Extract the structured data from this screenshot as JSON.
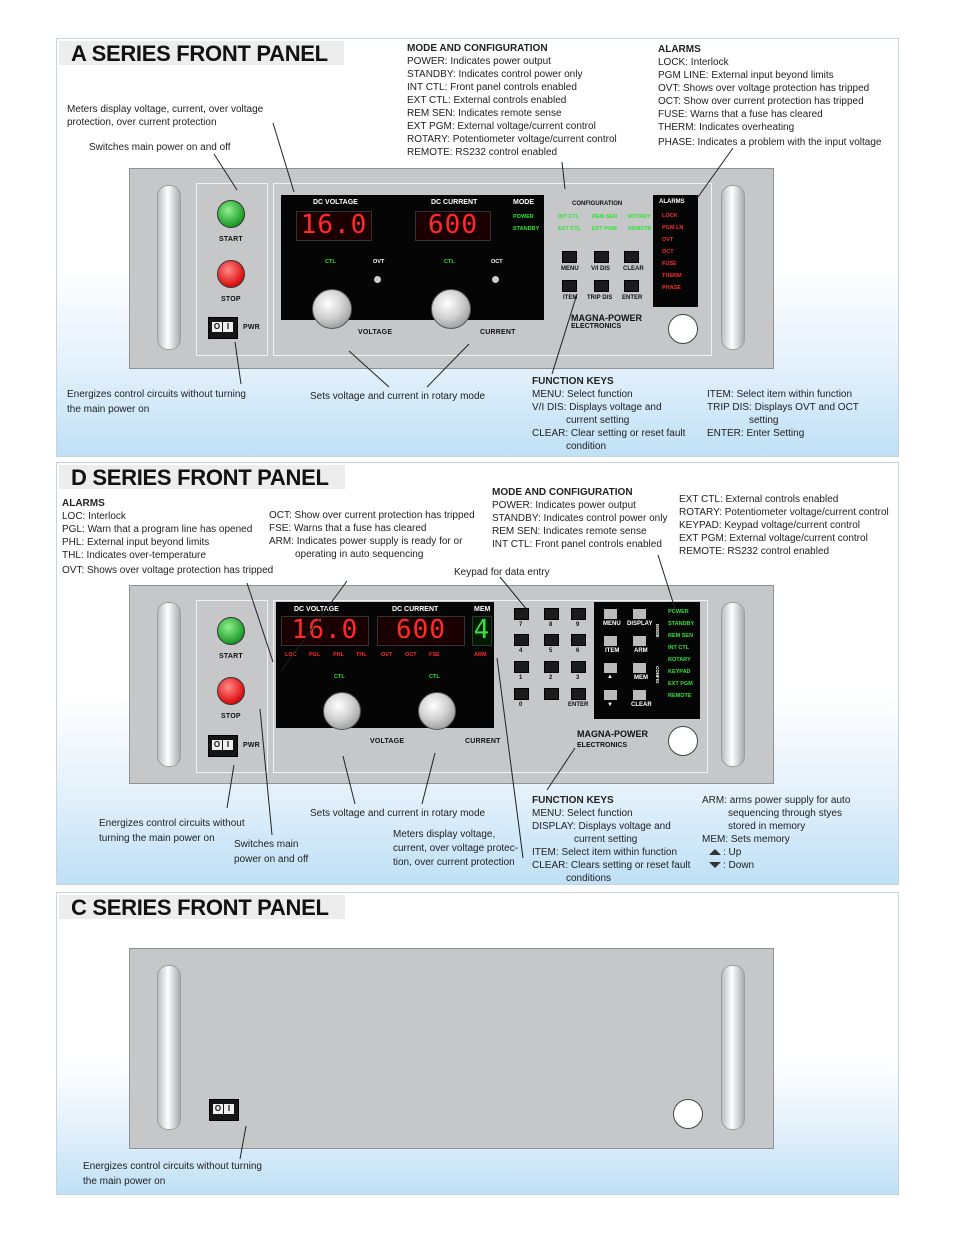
{
  "a_series": {
    "title": "A SERIES FRONT PANEL",
    "meters_note": [
      "Meters display voltage, current, over voltage",
      "protection, over current protection"
    ],
    "switch_note": "Switches main power on and off",
    "mode_heading": "MODE AND CONFIGURATION",
    "mode_items": [
      "POWER: Indicates power output",
      "STANDBY: Indicates control power only",
      "INT CTL: Front panel controls enabled",
      "EXT CTL: External controls enabled",
      "REM SEN: Indicates remote sense",
      "EXT PGM: External voltage/current control",
      "ROTARY: Potentiometer voltage/current control",
      "REMOTE: RS232 control enabled"
    ],
    "alarms_heading": "ALARMS",
    "alarm_items": [
      "LOCK: Interlock",
      "PGM LINE: External input beyond limits",
      "OVT: Shows over voltage protection has tripped",
      "OCT: Show over current protection has tripped",
      "FUSE: Warns that a fuse has cleared",
      "THERM: Indicates overheating",
      "PHASE: Indicates a problem with the input voltage"
    ],
    "energize_note": [
      "Energizes control circuits without turning",
      "the main power on"
    ],
    "rotary_note": "Sets voltage and current in rotary mode",
    "fkeys_heading": "FUNCTION KEYS",
    "fkeys_left": [
      {
        "text": "MENU: Select function",
        "cont": ""
      },
      {
        "text": "V/I DIS: Displays voltage and",
        "cont": "current setting"
      },
      {
        "text": "CLEAR: Clear setting or reset fault",
        "cont": "condition"
      }
    ],
    "fkeys_right": [
      {
        "text": "ITEM: Select item within function",
        "cont": ""
      },
      {
        "text": "TRIP DIS: Displays OVT and OCT",
        "cont": "setting"
      },
      {
        "text": "ENTER: Enter Setting",
        "cont": ""
      }
    ],
    "panel": {
      "start": "START",
      "stop": "STOP",
      "pwr": "PWR",
      "rocker_off": "O",
      "rocker_on": "I",
      "dc_voltage": "DC VOLTAGE",
      "dc_current": "DC CURRENT",
      "mode": "MODE",
      "voltage_reading": "16.0",
      "current_reading": "600",
      "mode_leds": [
        "POWER",
        "STANDBY"
      ],
      "ctl": "CTL",
      "ovt": "OVT",
      "oct": "OCT",
      "voltage": "VOLTAGE",
      "current": "CURRENT",
      "configuration": "CONFIGURATION",
      "config_leds_row1": [
        "INT CTL",
        "REM SEN",
        "ROTARY"
      ],
      "config_leds_row2": [
        "EXT CTL",
        "EXT PGM",
        "REMOTE"
      ],
      "keys_row1": [
        "MENU",
        "V/I DIS",
        "CLEAR"
      ],
      "keys_row2": [
        "ITEM",
        "TRIP DIS",
        "ENTER"
      ],
      "alarms": "ALARMS",
      "alarm_leds": [
        "LOCK",
        "PGM LN",
        "OVT",
        "OCT",
        "FUSE",
        "THERM",
        "PHASE"
      ],
      "brand1": "MAGNA-POWER",
      "brand2": "ELECTRONICS"
    }
  },
  "d_series": {
    "title": "D SERIES FRONT PANEL",
    "alarms_heading": "ALARMS",
    "alarm_items": [
      "LOC: Interlock",
      "PGL: Warn that a program line has opened",
      "PHL: External input beyond limits",
      "THL: Indicates over-temperature",
      "OVT: Shows over voltage protection has tripped"
    ],
    "alarm_items2": [
      {
        "text": "OCT: Show over current protection has tripped",
        "cont": ""
      },
      {
        "text": "FSE: Warns that a fuse has cleared",
        "cont": ""
      },
      {
        "text": "ARM: Indicates power supply is ready for or",
        "cont": "operating in auto sequencing"
      }
    ],
    "mode_heading": "MODE AND CONFIGURATION",
    "mode_items": [
      "POWER: Indicates power output",
      "STANDBY: Indicates control power only",
      "REM SEN: Indicates remote sense",
      "INT CTL: Front panel controls enabled"
    ],
    "mode_items2": [
      "EXT CTL: External controls enabled",
      "ROTARY: Potentiometer voltage/current control",
      "KEYPAD: Keypad voltage/current control",
      "EXT PGM: External voltage/current control",
      "REMOTE: RS232 control enabled"
    ],
    "keypad_note": "Keypad for data entry",
    "energize_note": [
      "Energizes control circuits without",
      "turning the main power on"
    ],
    "switch_note": [
      "Switches main",
      "power on and off"
    ],
    "rotary_note": "Sets voltage and current in rotary mode",
    "meters_note": [
      "Meters display voltage,",
      "current, over voltage protec-",
      "tion, over current protection"
    ],
    "fkeys_heading": "FUNCTION KEYS",
    "fkeys": [
      {
        "text": "MENU: Select function",
        "cont": ""
      },
      {
        "text": "DISPLAY: Displays voltage and",
        "cont": "current setting"
      },
      {
        "text": "ITEM: Select item within function",
        "cont": ""
      },
      {
        "text": "CLEAR: Clears setting or reset fault",
        "cont": "conditions"
      }
    ],
    "arm_items": [
      {
        "text": "ARM: arms power supply for auto",
        "cont": ""
      },
      {
        "text": "",
        "cont": "sequencing through styes"
      },
      {
        "text": "",
        "cont": "stored in memory"
      },
      {
        "text": "MEM: Sets memory",
        "cont": ""
      }
    ],
    "up_text": ": Up",
    "down_text": ": Down",
    "panel": {
      "start": "START",
      "stop": "STOP",
      "pwr": "PWR",
      "rocker_off": "O",
      "rocker_on": "I",
      "dc_voltage": "DC VOLTAGE",
      "dc_current": "DC CURRENT",
      "mem": "MEM",
      "voltage_reading": "16.0",
      "current_reading": "600",
      "mem_reading": "4",
      "alarm_leds": [
        "LOC",
        "PGL",
        "PHL",
        "THL",
        "OVT",
        "OCT",
        "FSE"
      ],
      "arm": "ARM",
      "ctl": "CTL",
      "voltage": "VOLTAGE",
      "current": "CURRENT",
      "keypad": [
        "7",
        "8",
        "9",
        "4",
        "5",
        "6",
        "1",
        "2",
        "3",
        "0",
        "",
        "ENTER"
      ],
      "fkeys": [
        "MENU",
        "DISPLAY",
        "ITEM",
        "ARM",
        "",
        "MEM",
        "",
        "CLEAR"
      ],
      "mode_side": "MODE",
      "config_side": "CONFIG",
      "mode_leds": [
        "POWER",
        "STANDBY",
        "REM SEN",
        "INT CTL",
        "ROTARY",
        "KEYPAD",
        "EXT PGM",
        "REMOTE"
      ],
      "brand1": "MAGNA-POWER",
      "brand2": "ELECTRONICS"
    }
  },
  "c_series": {
    "title": "C SERIES FRONT PANEL",
    "energize_note": [
      "Energizes control circuits without turning",
      "the main power on"
    ],
    "rocker_off": "O",
    "rocker_on": "I"
  },
  "colors": {
    "led_green": "#2fe234",
    "led_red": "#ff2a2a",
    "panel": "#c6c7c9"
  }
}
